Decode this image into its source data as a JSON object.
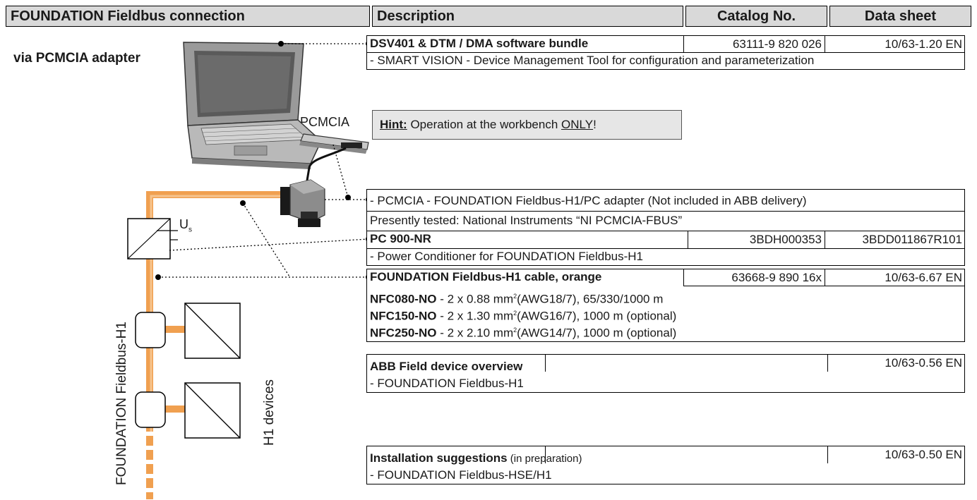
{
  "header": {
    "connection": "FOUNDATION Fieldbus connection",
    "description": "Description",
    "catalog": "Catalog No.",
    "datasheet": "Data sheet"
  },
  "via": "via PCMCIA adapter",
  "pcmcia_label": "PCMCIA",
  "hint": {
    "bold": "Hint:",
    "text": " Operation at the workbench ",
    "only": "ONLY",
    "end": "!"
  },
  "us_label": {
    "u": "U",
    "s": "s"
  },
  "bus_label": "FOUNDATION Fieldbus-H1",
  "devices_label": "H1 devices",
  "entries": {
    "dsv": {
      "title": "DSV401 & DTM / DMA software bundle",
      "catalog": "63111-9 820 026",
      "sheet": "10/63-1.20 EN",
      "desc": "- SMART VISION - Device Management Tool for configuration and parameterization"
    },
    "adapter": {
      "line1": "- PCMCIA - FOUNDATION Fieldbus-H1/PC adapter (Not included in ABB delivery)",
      "line2": "Presently tested: National Instruments “NI PCMCIA-FBUS”"
    },
    "pc900": {
      "title": "PC 900-NR",
      "catalog": "3BDH000353",
      "sheet": "3BDD011867R101",
      "desc": "- Power Conditioner for FOUNDATION Fieldbus-H1"
    },
    "cable": {
      "title": "FOUNDATION Fieldbus-H1 cable, orange",
      "catalog": "63668-9 890 16x",
      "sheet": "10/63-6.67 EN",
      "l1_bold": "NFC080-NO",
      "l1_a": " - 2 x 0.88 mm",
      "l1_sup": "2",
      "l1_b": "(AWG18/7),  65/330/1000 m",
      "l2_bold": "NFC150-NO",
      "l2_a": " - 2 x 1.30 mm",
      "l2_sup": "2",
      "l2_b": "(AWG16/7),  1000 m (optional)",
      "l3_bold": "NFC250-NO",
      "l3_a": " - 2 x 2.10 mm",
      "l3_sup": "2",
      "l3_b": "(AWG14/7),  1000 m (optional)"
    },
    "overview": {
      "title": "ABB Field device overview",
      "catalog": "",
      "sheet": "10/63-0.56 EN",
      "desc": "- FOUNDATION Fieldbus-H1"
    },
    "install": {
      "title": "Installation suggestions",
      "note": " (in preparation)",
      "catalog": "",
      "sheet": "10/63-0.50 EN",
      "desc": "- FOUNDATION Fieldbus-HSE/H1"
    }
  },
  "colors": {
    "bus": "#f0a050",
    "header_bg": "#d9d9d9",
    "hint_bg": "#e6e6e6"
  },
  "icons": [
    "laptop-icon",
    "pcmcia-card-icon",
    "adapter-box-icon",
    "power-conditioner-icon",
    "field-device-icon"
  ]
}
